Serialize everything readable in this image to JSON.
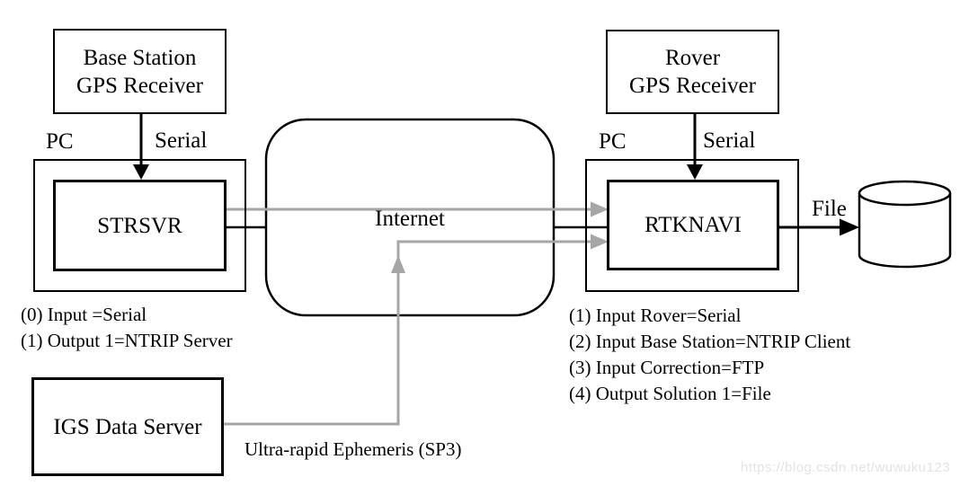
{
  "boxes": {
    "base_station": {
      "line1": "Base Station",
      "line2": "GPS Receiver"
    },
    "rover": {
      "line1": "Rover",
      "line2": "GPS Receiver"
    },
    "strsvr": {
      "label": "STRSVR"
    },
    "rtknavi": {
      "label": "RTKNAVI"
    },
    "internet": {
      "label": "Internet"
    },
    "igs": {
      "label": "IGS Data Server"
    }
  },
  "labels": {
    "pc_left": "PC",
    "serial_left": "Serial",
    "pc_right": "PC",
    "serial_right": "Serial",
    "file": "File",
    "ephemeris": "Ultra-rapid Ephemeris (SP3)"
  },
  "annotations": {
    "strsvr": [
      "(0) Input =Serial",
      "(1) Output 1=NTRIP Server"
    ],
    "rtknavi": [
      "(1) Input Rover=Serial",
      "(2) Input Base Station=NTRIP Client",
      "(3) Input Correction=FTP",
      "(4) Output Solution 1=File"
    ]
  },
  "watermark": "https://blog.csdn.net/wuwuku123",
  "colors": {
    "line": "#000000",
    "gray_link": "#a6a6a6",
    "box_fill": "#ffffff",
    "watermark": "#e3e3e3"
  }
}
